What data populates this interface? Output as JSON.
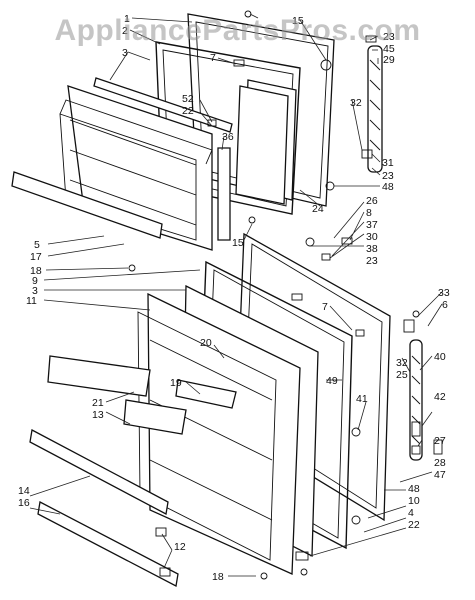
{
  "watermark": {
    "text": "AppliancePartsPros.com"
  },
  "labels": {
    "l1": "1",
    "l2": "2",
    "l3": "3",
    "l3b": "3",
    "l4": "4",
    "l5": "5",
    "l6": "6",
    "l7": "7",
    "l7b": "7",
    "l8": "8",
    "l9": "9",
    "l10": "10",
    "l11": "11",
    "l12": "12",
    "l13": "13",
    "l14": "14",
    "l15": "15",
    "l15b": "15",
    "l16": "16",
    "l17": "17",
    "l18": "18",
    "l18b": "18",
    "l19": "19",
    "l20": "20",
    "l21": "21",
    "l22": "22",
    "l22b": "22",
    "l23": "23",
    "l23b": "23",
    "l23c": "23",
    "l24": "24",
    "l25": "25",
    "l26": "26",
    "l27": "27",
    "l28": "28",
    "l29": "29",
    "l30": "30",
    "l31": "31",
    "l32": "32",
    "l32b": "32",
    "l33": "33",
    "l36": "36",
    "l37": "37",
    "l38": "38",
    "l40": "40",
    "l41": "41",
    "l42": "42",
    "l45": "45",
    "l47": "47",
    "l48": "48",
    "l48b": "48",
    "l49": "49",
    "l52": "52"
  },
  "colors": {
    "line": "#111111",
    "watermark": "#969696"
  }
}
